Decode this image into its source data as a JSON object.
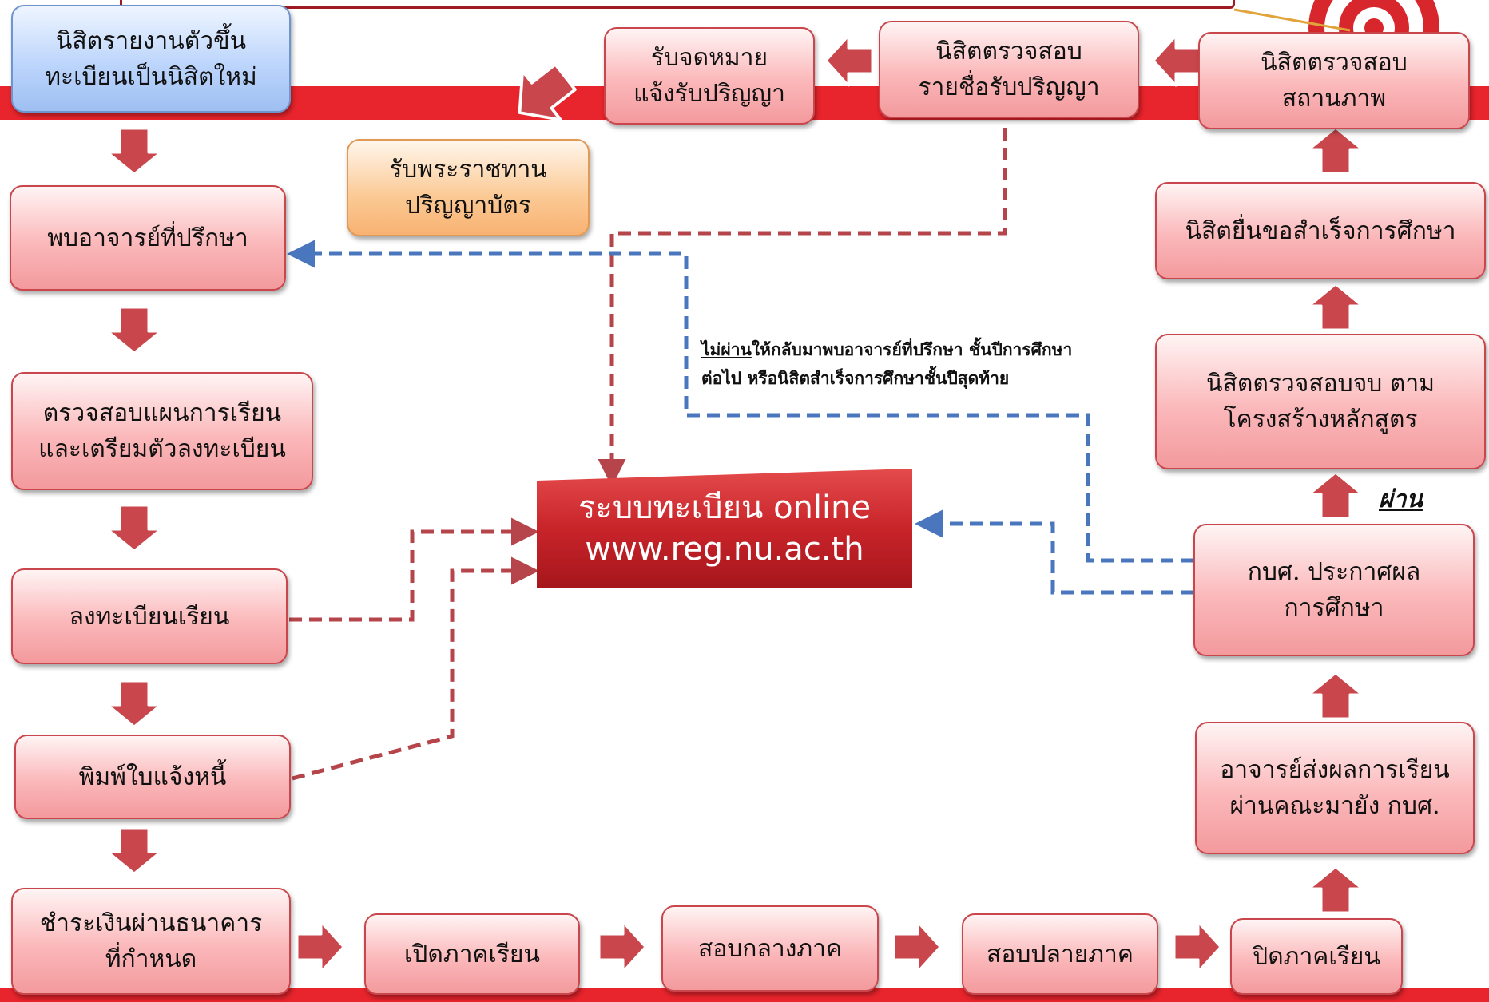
{
  "steps": {
    "new_student": [
      "นิสิตรายงานตัวขึ้น",
      "ทะเบียนเป็นนิสิตใหม่"
    ],
    "meet_advisor": [
      "พบอาจารย์ที่ปรึกษา"
    ],
    "check_plan": [
      "ตรวจสอบแผนการเรียน",
      "และเตรียมตัวลงทะเบียน"
    ],
    "register": [
      "ลงทะเบียนเรียน"
    ],
    "print_invoice": [
      "พิมพ์ใบแจ้งหนี้"
    ],
    "pay_bank": [
      "ชำระเงินผ่านธนาคาร",
      "ที่กำหนด"
    ],
    "open_semester": [
      "เปิดภาคเรียน"
    ],
    "midterm": [
      "สอบกลางภาค"
    ],
    "final_exam": [
      "สอบปลายภาค"
    ],
    "close_semester": [
      "ปิดภาคเรียน"
    ],
    "submit_grades": [
      "อาจารย์ส่งผลการเรียน",
      "ผ่านคณะมายัง กบศ."
    ],
    "announce_results": [
      "กบศ. ประกาศผล",
      "การศึกษา"
    ],
    "check_graduation": [
      "นิสิตตรวจสอบจบ ตาม",
      "โครงสร้างหลักสูตร"
    ],
    "apply_graduation": [
      "นิสิตยื่นขอสำเร็จการศึกษา"
    ],
    "check_status": [
      "นิสิตตรวจสอบ",
      "สถานภาพ"
    ],
    "check_degree_list": [
      "นิสิตตรวจสอบ",
      "รายชื่อรับปริญญา"
    ],
    "receive_letter": [
      "รับจดหมาย",
      "แจ้งรับปริญญา"
    ],
    "receive_diploma": [
      "รับพระราชทาน",
      "ปริญญาบัตร"
    ]
  },
  "registration_system": {
    "line1": "ระบบทะเบียน online",
    "line2": "www.reg.nu.ac.th"
  },
  "note": {
    "fail_word": "ไม่ผ่าน",
    "line1_rest": "ให้กลับมาพบอาจารย์ที่ปรึกษา ชั้นปีการศึกษา",
    "line2": "ต่อไป หรือนิสิตสำเร็จการศึกษาชั้นปีสุดท้าย"
  },
  "pass_label": "ผ่าน",
  "colors": {
    "band_red": "#e8242c",
    "arrow_red": "#c9474c",
    "dash_red": "#b5454b",
    "dash_blue": "#4a76bd"
  }
}
